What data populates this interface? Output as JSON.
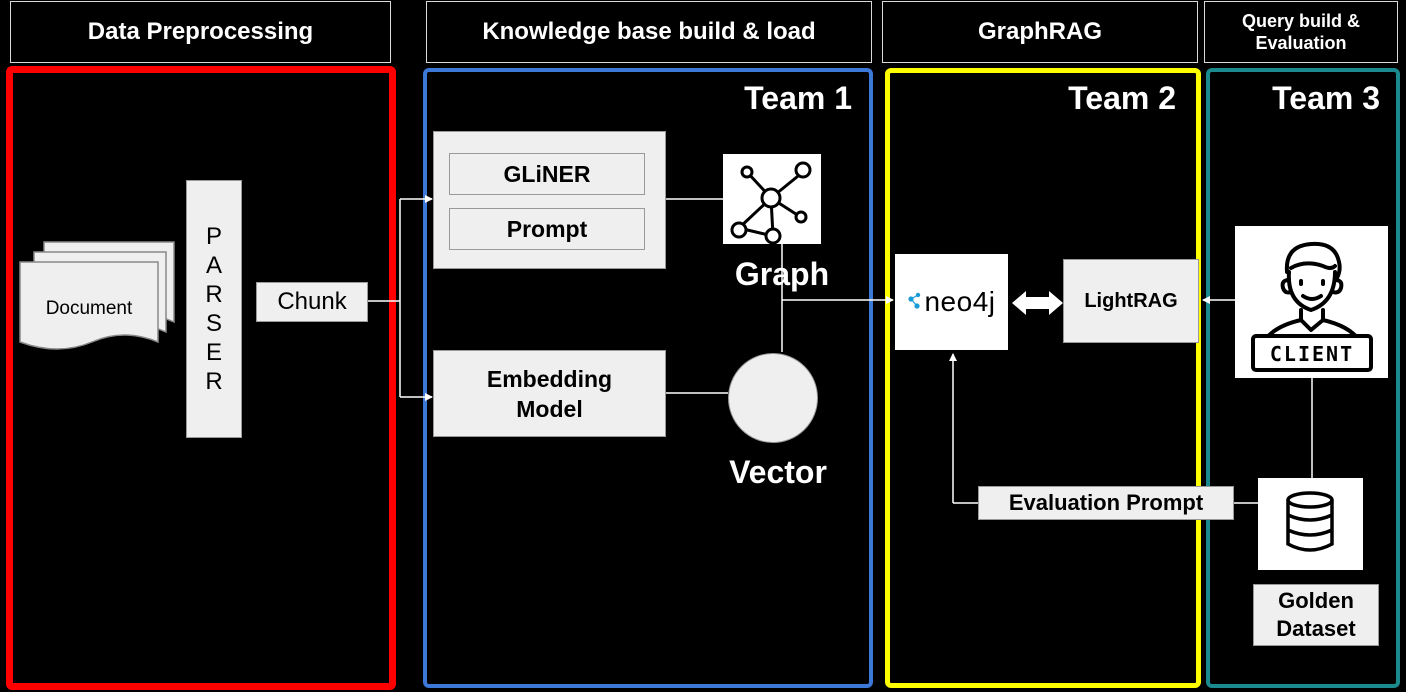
{
  "headers": {
    "preprocessing": "Data Preprocessing",
    "knowledge_base": "Knowledge base build & load",
    "graphrag": "GraphRAG",
    "query_eval": "Query build & Evaluation"
  },
  "teams": {
    "team1": "Team 1",
    "team2": "Team 2",
    "team3": "Team 3"
  },
  "preprocessing": {
    "document": "Document",
    "parser_letters": [
      "P",
      "A",
      "R",
      "S",
      "E",
      "R"
    ],
    "chunk": "Chunk"
  },
  "knowledge_base": {
    "gliner": "GLiNER",
    "prompt": "Prompt",
    "graph": "Graph",
    "embedding_model": "Embedding Model",
    "vector": "Vector"
  },
  "graphrag": {
    "neo4j": "neo4j",
    "lightrag": "LightRAG",
    "evaluation_prompt": "Evaluation Prompt"
  },
  "query_eval": {
    "client": "CLIENT",
    "golden_dataset": "Golden Dataset"
  },
  "colors": {
    "preprocessing_border": "#ff0000",
    "team1_border": "#3c78d8",
    "team2_border": "#ffff00",
    "team3_border": "#1a8a8f",
    "box_fill": "#efefef"
  },
  "icons": {
    "graph": "graph-network-icon",
    "vector": "vector-circle-icon",
    "client": "client-person-icon",
    "dataset": "database-icon",
    "neo4j": "neo4j-logo"
  }
}
